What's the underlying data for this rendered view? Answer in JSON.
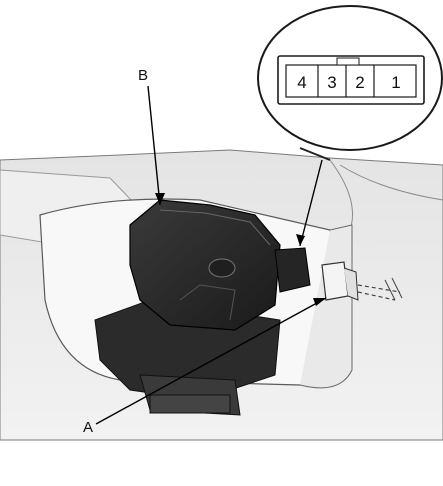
{
  "diagram": {
    "callouts": {
      "a": "A",
      "b": "B"
    },
    "connector_terminals": [
      "4",
      "3",
      "2",
      "1"
    ]
  }
}
